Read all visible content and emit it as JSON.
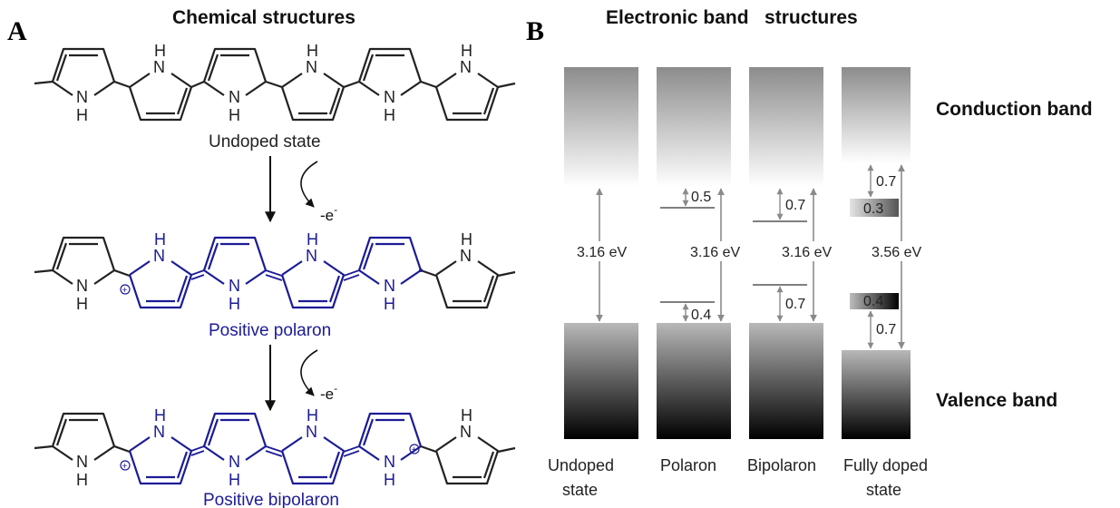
{
  "panel_a": {
    "letter": "A",
    "title": "Chemical structures",
    "states": [
      "Undoped state",
      "Positive polaron",
      "Positive bipolaron"
    ],
    "electron_label": "-e",
    "electron_sup": "-",
    "nh_n": "N",
    "nh_h": "H",
    "plus": "+"
  },
  "panel_b": {
    "letter": "B",
    "title": "Electronic band   structures",
    "conduction_band": "Conduction band",
    "valence_band": "Valence band",
    "columns": [
      {
        "label_lines": [
          "Undoped",
          "state"
        ],
        "gap": "3.16 eV"
      },
      {
        "label_lines": [
          "Polaron"
        ],
        "gap": "3.16 eV",
        "upper": "0.5",
        "lower": "0.4"
      },
      {
        "label_lines": [
          "Bipolaron"
        ],
        "gap": "3.16 eV",
        "upper": "0.7",
        "lower": "0.7"
      },
      {
        "label_lines": [
          "Fully doped",
          "state"
        ],
        "gap": "3.56 eV",
        "upper": "0.7",
        "lower": "0.7",
        "upper_band": "0.3",
        "lower_band": "0.4"
      }
    ]
  },
  "colors": {
    "undoped": "#222222",
    "doped": "#1c1c96",
    "arrow": "#8a8a8a"
  }
}
